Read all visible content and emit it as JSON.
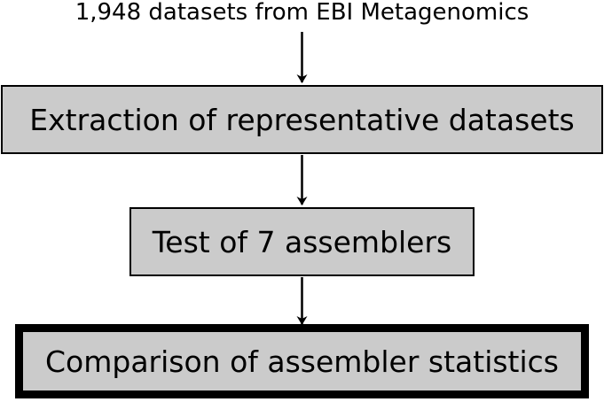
{
  "diagram": {
    "source": "1,948 datasets from EBI Metagenomics",
    "steps": [
      "Extraction of representative datasets",
      "Test of 7 assemblers",
      "Comparison of assembler statistics"
    ]
  }
}
